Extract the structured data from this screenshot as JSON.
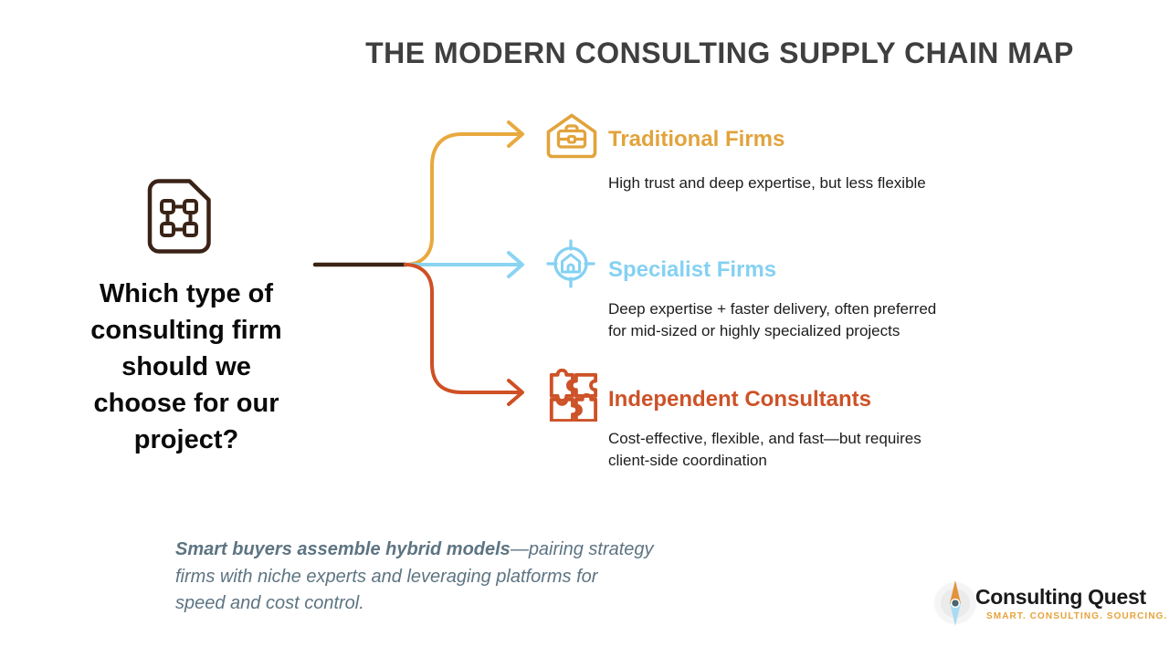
{
  "title": "THE MODERN CONSULTING SUPPLY CHAIN MAP",
  "question": {
    "lines": [
      "Which type of",
      "consulting firm",
      "should we",
      "choose for our",
      "project?"
    ]
  },
  "branches": [
    {
      "label": "Traditional Firms",
      "icon": "house-briefcase-icon",
      "color": "#e2a33c",
      "desc_lines": [
        "High trust and deep expertise, but less flexible",
        ""
      ]
    },
    {
      "label": "Specialist Firms",
      "icon": "target-house-icon",
      "color": "#85d1f2",
      "desc_lines": [
        "Deep expertise + faster delivery, often preferred",
        "for mid-sized or highly specialized projects"
      ]
    },
    {
      "label": "Independent Consultants",
      "icon": "puzzle-icon",
      "color": "#cd5228",
      "desc_lines": [
        "Cost-effective, flexible, and fast—but requires",
        "client-side coordination"
      ]
    }
  ],
  "footnote": {
    "line1_bold": "Smart buyers assemble hybrid models",
    "line1_rest": "—pairing strategy",
    "line2": "firms with niche experts and leveraging platforms for",
    "line3": "speed and cost control."
  },
  "logo": {
    "name": "Consulting Quest",
    "tagline": "SMART. CONSULTING. SOURCING."
  },
  "colors": {
    "trunk_brown": "#3a2316",
    "orange": "#e2a33c",
    "light_blue": "#85d1f2",
    "red_orange": "#cd5228",
    "title_gray": "#3f3f3f",
    "footnote_slate": "#5d7482",
    "logo_orange": "#e6a33b"
  }
}
